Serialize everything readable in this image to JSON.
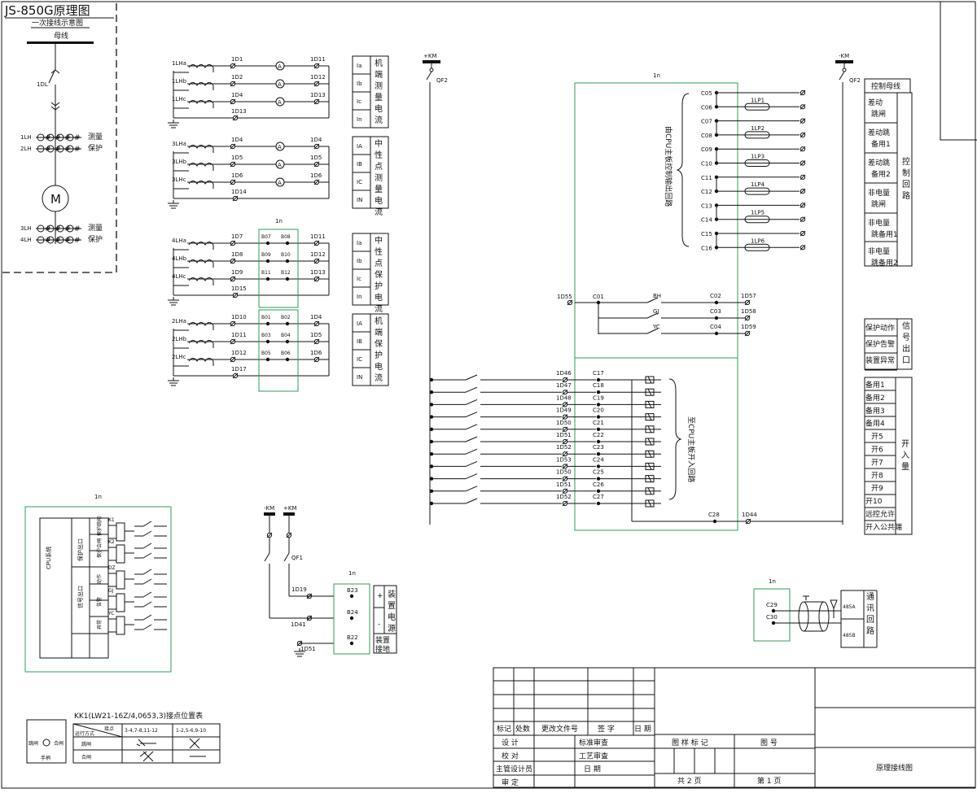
{
  "title": "JS-850G原理图",
  "primary": {
    "subtitle": "一次接线示意图",
    "bus": "母线",
    "breaker": "1DL",
    "ct_top": [
      "1LH",
      "2LH"
    ],
    "ct_top_label": [
      "测量",
      "保护"
    ],
    "motor": "M",
    "ct_bottom": [
      "3LH",
      "4LH"
    ],
    "ct_bottom_label": [
      "测量",
      "保护"
    ]
  },
  "current_groups": [
    {
      "rows": [
        {
          "ct": "1LHa",
          "t1": "1D1",
          "t2": "1D11"
        },
        {
          "ct": "1LHb",
          "t1": "1D2",
          "t2": "1D12"
        },
        {
          "ct": "1LHc",
          "t1": "1D4",
          "t2": "1D13"
        }
      ],
      "neutral": "1D13",
      "meter": true,
      "labels": [
        "Ia",
        "Ib",
        "Ic",
        "In"
      ],
      "desc": "机端测量电流"
    },
    {
      "rows": [
        {
          "ct": "3LHa",
          "t1": "1D4",
          "t2": "1D4"
        },
        {
          "ct": "3LHb",
          "t1": "1D5",
          "t2": "1D5"
        },
        {
          "ct": "3LHc",
          "t1": "1D6",
          "t2": "1D6"
        }
      ],
      "neutral": "1D14",
      "meter": true,
      "labels": [
        "IA",
        "IB",
        "IC",
        "IN"
      ],
      "desc": "中性点测量电流"
    },
    {
      "rows": [
        {
          "ct": "4LHa",
          "t1": "1D7",
          "b1": "B07",
          "b2": "B08",
          "t2": "1D11"
        },
        {
          "ct": "4LHb",
          "t1": "1D8",
          "b1": "B09",
          "b2": "B10",
          "t2": "1D12"
        },
        {
          "ct": "4LHc",
          "t1": "1D9",
          "b1": "B11",
          "b2": "B12",
          "t2": "1D13"
        }
      ],
      "neutral": "1D15",
      "meter": false,
      "labels": [
        "Ia",
        "Ib",
        "Ic",
        "In"
      ],
      "desc": "中性点保护电流"
    },
    {
      "rows": [
        {
          "ct": "2LHa",
          "t1": "1D10",
          "b1": "B01",
          "b2": "B02",
          "t2": "1D4"
        },
        {
          "ct": "2LHb",
          "t1": "1D11",
          "b1": "B03",
          "b2": "B04",
          "t2": "1D5"
        },
        {
          "ct": "2LHc",
          "t1": "1D12",
          "b1": "B05",
          "b2": "B06",
          "t2": "1D6"
        }
      ],
      "neutral": "1D17",
      "meter": false,
      "labels": [
        "IA",
        "IB",
        "IC",
        "IN"
      ],
      "desc": "机端保护电流"
    }
  ],
  "board_label": "1n",
  "ammeter": "A",
  "dc": {
    "pos": "+KM",
    "neg": "-KM",
    "breaker": "QF2"
  },
  "output": {
    "rows": [
      {
        "term": "C05",
        "plate": ""
      },
      {
        "term": "C06",
        "plate": "1LP1"
      },
      {
        "term": "C07",
        "plate": ""
      },
      {
        "term": "C08",
        "plate": "1LP2"
      },
      {
        "term": "C09",
        "plate": ""
      },
      {
        "term": "C10",
        "plate": "1LP3"
      },
      {
        "term": "C11",
        "plate": ""
      },
      {
        "term": "C12",
        "plate": "1LP4"
      },
      {
        "term": "C13",
        "plate": ""
      },
      {
        "term": "C14",
        "plate": "1LP5"
      },
      {
        "term": "C15",
        "plate": ""
      },
      {
        "term": "C16",
        "plate": "1LP6"
      }
    ],
    "note": "由CPU主板控制输出回路"
  },
  "control_bus": {
    "title": "控制母线",
    "items": [
      "差动跳闸",
      "差动跳备用1",
      "差动跳备用2",
      "非电量跳闸",
      "非电量跳备用1",
      "非电量跳备用2"
    ],
    "side": "控制回路"
  },
  "signal": {
    "in": "1D55",
    "common": "C01",
    "rows": [
      {
        "name": "BH",
        "term": "C02",
        "out": "1D57"
      },
      {
        "name": "GJ",
        "term": "C03",
        "out": "1D58"
      },
      {
        "name": "YC",
        "term": "C04",
        "out": "1D59"
      }
    ]
  },
  "signal_table": {
    "items": [
      "保护动作",
      "保护告警",
      "装置异常"
    ],
    "side": "信号出口"
  },
  "inputs": {
    "rows": [
      {
        "t": "1D46",
        "c": "C17"
      },
      {
        "t": "1D47",
        "c": "C18"
      },
      {
        "t": "1D48",
        "c": "C19"
      },
      {
        "t": "1D49",
        "c": "C20"
      },
      {
        "t": "1D50",
        "c": "C21"
      },
      {
        "t": "1D51",
        "c": "C22"
      },
      {
        "t": "1D52",
        "c": "C23"
      },
      {
        "t": "1D53",
        "c": "C24"
      },
      {
        "t": "1D50",
        "c": "C25"
      },
      {
        "t": "1D51",
        "c": "C26"
      },
      {
        "t": "1D52",
        "c": "C27"
      }
    ],
    "common": {
      "c": "C28",
      "t": "1D44"
    },
    "note": "至CPU主板开入回路"
  },
  "input_table": {
    "items": [
      "备用1",
      "备用2",
      "备用3",
      "备用4",
      "开5",
      "开6",
      "开7",
      "开8",
      "开9",
      "开10",
      "远控允许",
      "开入公共端"
    ],
    "side": "开入量"
  },
  "cpu": {
    "system": "CPU系统",
    "groups": [
      "保护出口",
      "信号出口"
    ],
    "relays": [
      {
        "name": "保护跳闸",
        "k": "K1"
      },
      {
        "name": "保护合闸",
        "k": "K2"
      },
      {
        "name": "动作",
        "k": "DZ"
      },
      {
        "name": "告警",
        "k": "GJ"
      },
      {
        "name": "异常",
        "k": "YC"
      }
    ]
  },
  "power": {
    "breaker": "QF1",
    "rows": [
      {
        "t": "1D19",
        "b": "B23",
        "sign": "+"
      },
      {
        "t": "1D41",
        "b": "B24",
        "sign": "-"
      },
      {
        "t": "1D51",
        "b": "B22",
        "sign": ""
      }
    ],
    "labels": [
      "装置电源",
      "装置接地"
    ]
  },
  "comm": {
    "terms": [
      "C29",
      "C30"
    ],
    "ports": [
      "485A",
      "485B"
    ],
    "label": "通讯回路"
  },
  "switch_table": {
    "title": "KK1(LW21-16Z/4,0653,3)接点位置表",
    "header_contact": "接点",
    "header_mode": "运行方式",
    "col1": "3-4,7-8,11-12",
    "col2": "1-2,5-6,9-10",
    "rows": [
      "跳闸",
      "合闸"
    ],
    "handle": {
      "left": "跳闸",
      "right": "合闸",
      "bottom": "手柄"
    }
  },
  "title_block": {
    "headers": [
      "标记",
      "处数",
      "更改文件号",
      "签  字",
      "日 期"
    ],
    "roles": [
      "设  计",
      "校  对",
      "主管设计员",
      "审  定"
    ],
    "reviews": [
      "标准审查",
      "工艺审查",
      "日  期"
    ],
    "drawing_mark": "图 样 标 记",
    "drawing_no": "图     号",
    "total": "共  2  页",
    "page": "第  1  页",
    "drawing_name": "原理接线图"
  }
}
